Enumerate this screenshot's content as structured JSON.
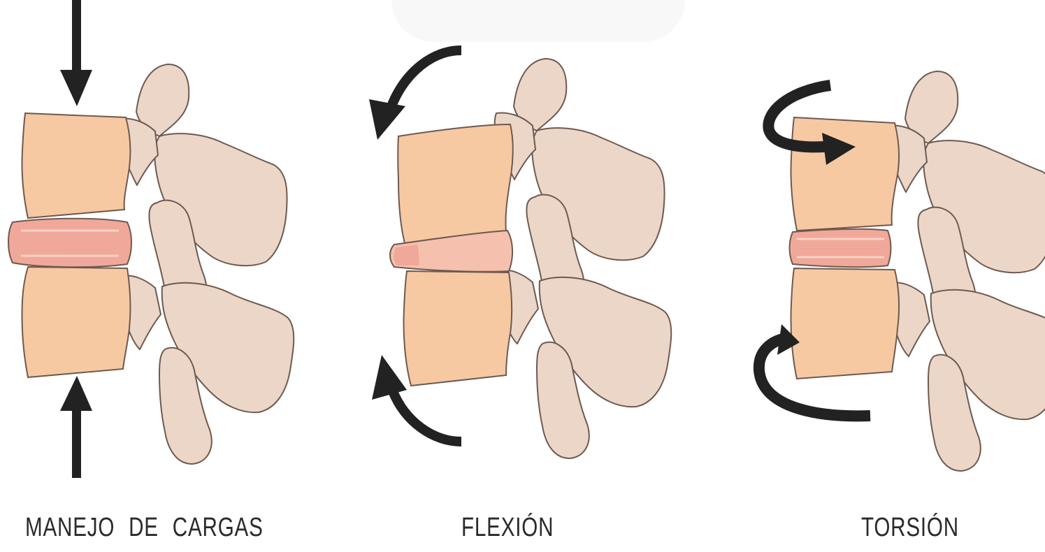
{
  "panels": [
    {
      "id": "compression",
      "caption": "MANEJO DE CARGAS",
      "arrows": [
        "arrow-down-icon",
        "arrow-up-icon"
      ]
    },
    {
      "id": "flexion",
      "caption": "FLEXIÓN",
      "arrows": [
        "curved-arrow-ccw-icon",
        "curved-arrow-ccw-icon"
      ]
    },
    {
      "id": "torsion",
      "caption": "TORSIÓN",
      "arrows": [
        "rotation-arrow-right-icon",
        "rotation-arrow-left-icon"
      ]
    }
  ],
  "colors": {
    "vertebral_body": "#f6c9a3",
    "vertebral_body_shade": "#efbb92",
    "posterior_elements": "#ecd6c7",
    "posterior_shade": "#e2c7b6",
    "intervertebral_disc": "#f0a89a",
    "disc_highlight": "#f9d2c6",
    "outline": "#6d5a50",
    "arrow": "#222222",
    "background": "#ffffff"
  }
}
